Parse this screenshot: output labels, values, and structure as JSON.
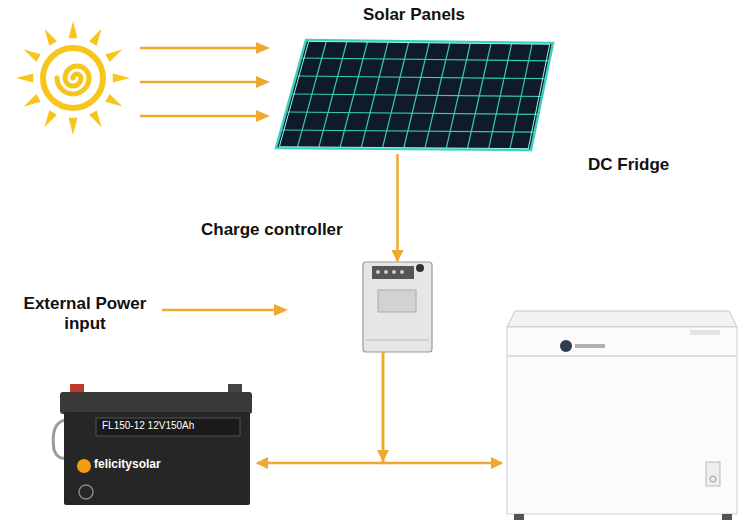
{
  "diagram": {
    "nodes": [
      {
        "text": [
          "Solar Panels"
        ]
      },
      {
        "text": [
          "Charge controller"
        ]
      },
      {
        "text": [
          "felicitysolar",
          "FL150-12 12V150Ah"
        ]
      },
      {
        "text": [
          "DC Fridge"
        ]
      }
    ],
    "edges": [
      {
        "from": 0,
        "to": 1,
        "arrow": "to"
      },
      {
        "from": 1,
        "to": 2,
        "arrow": "to"
      },
      {
        "from": 1,
        "to": 3,
        "arrow": "to"
      }
    ],
    "labels": [
      "External Power input"
    ]
  }
}
